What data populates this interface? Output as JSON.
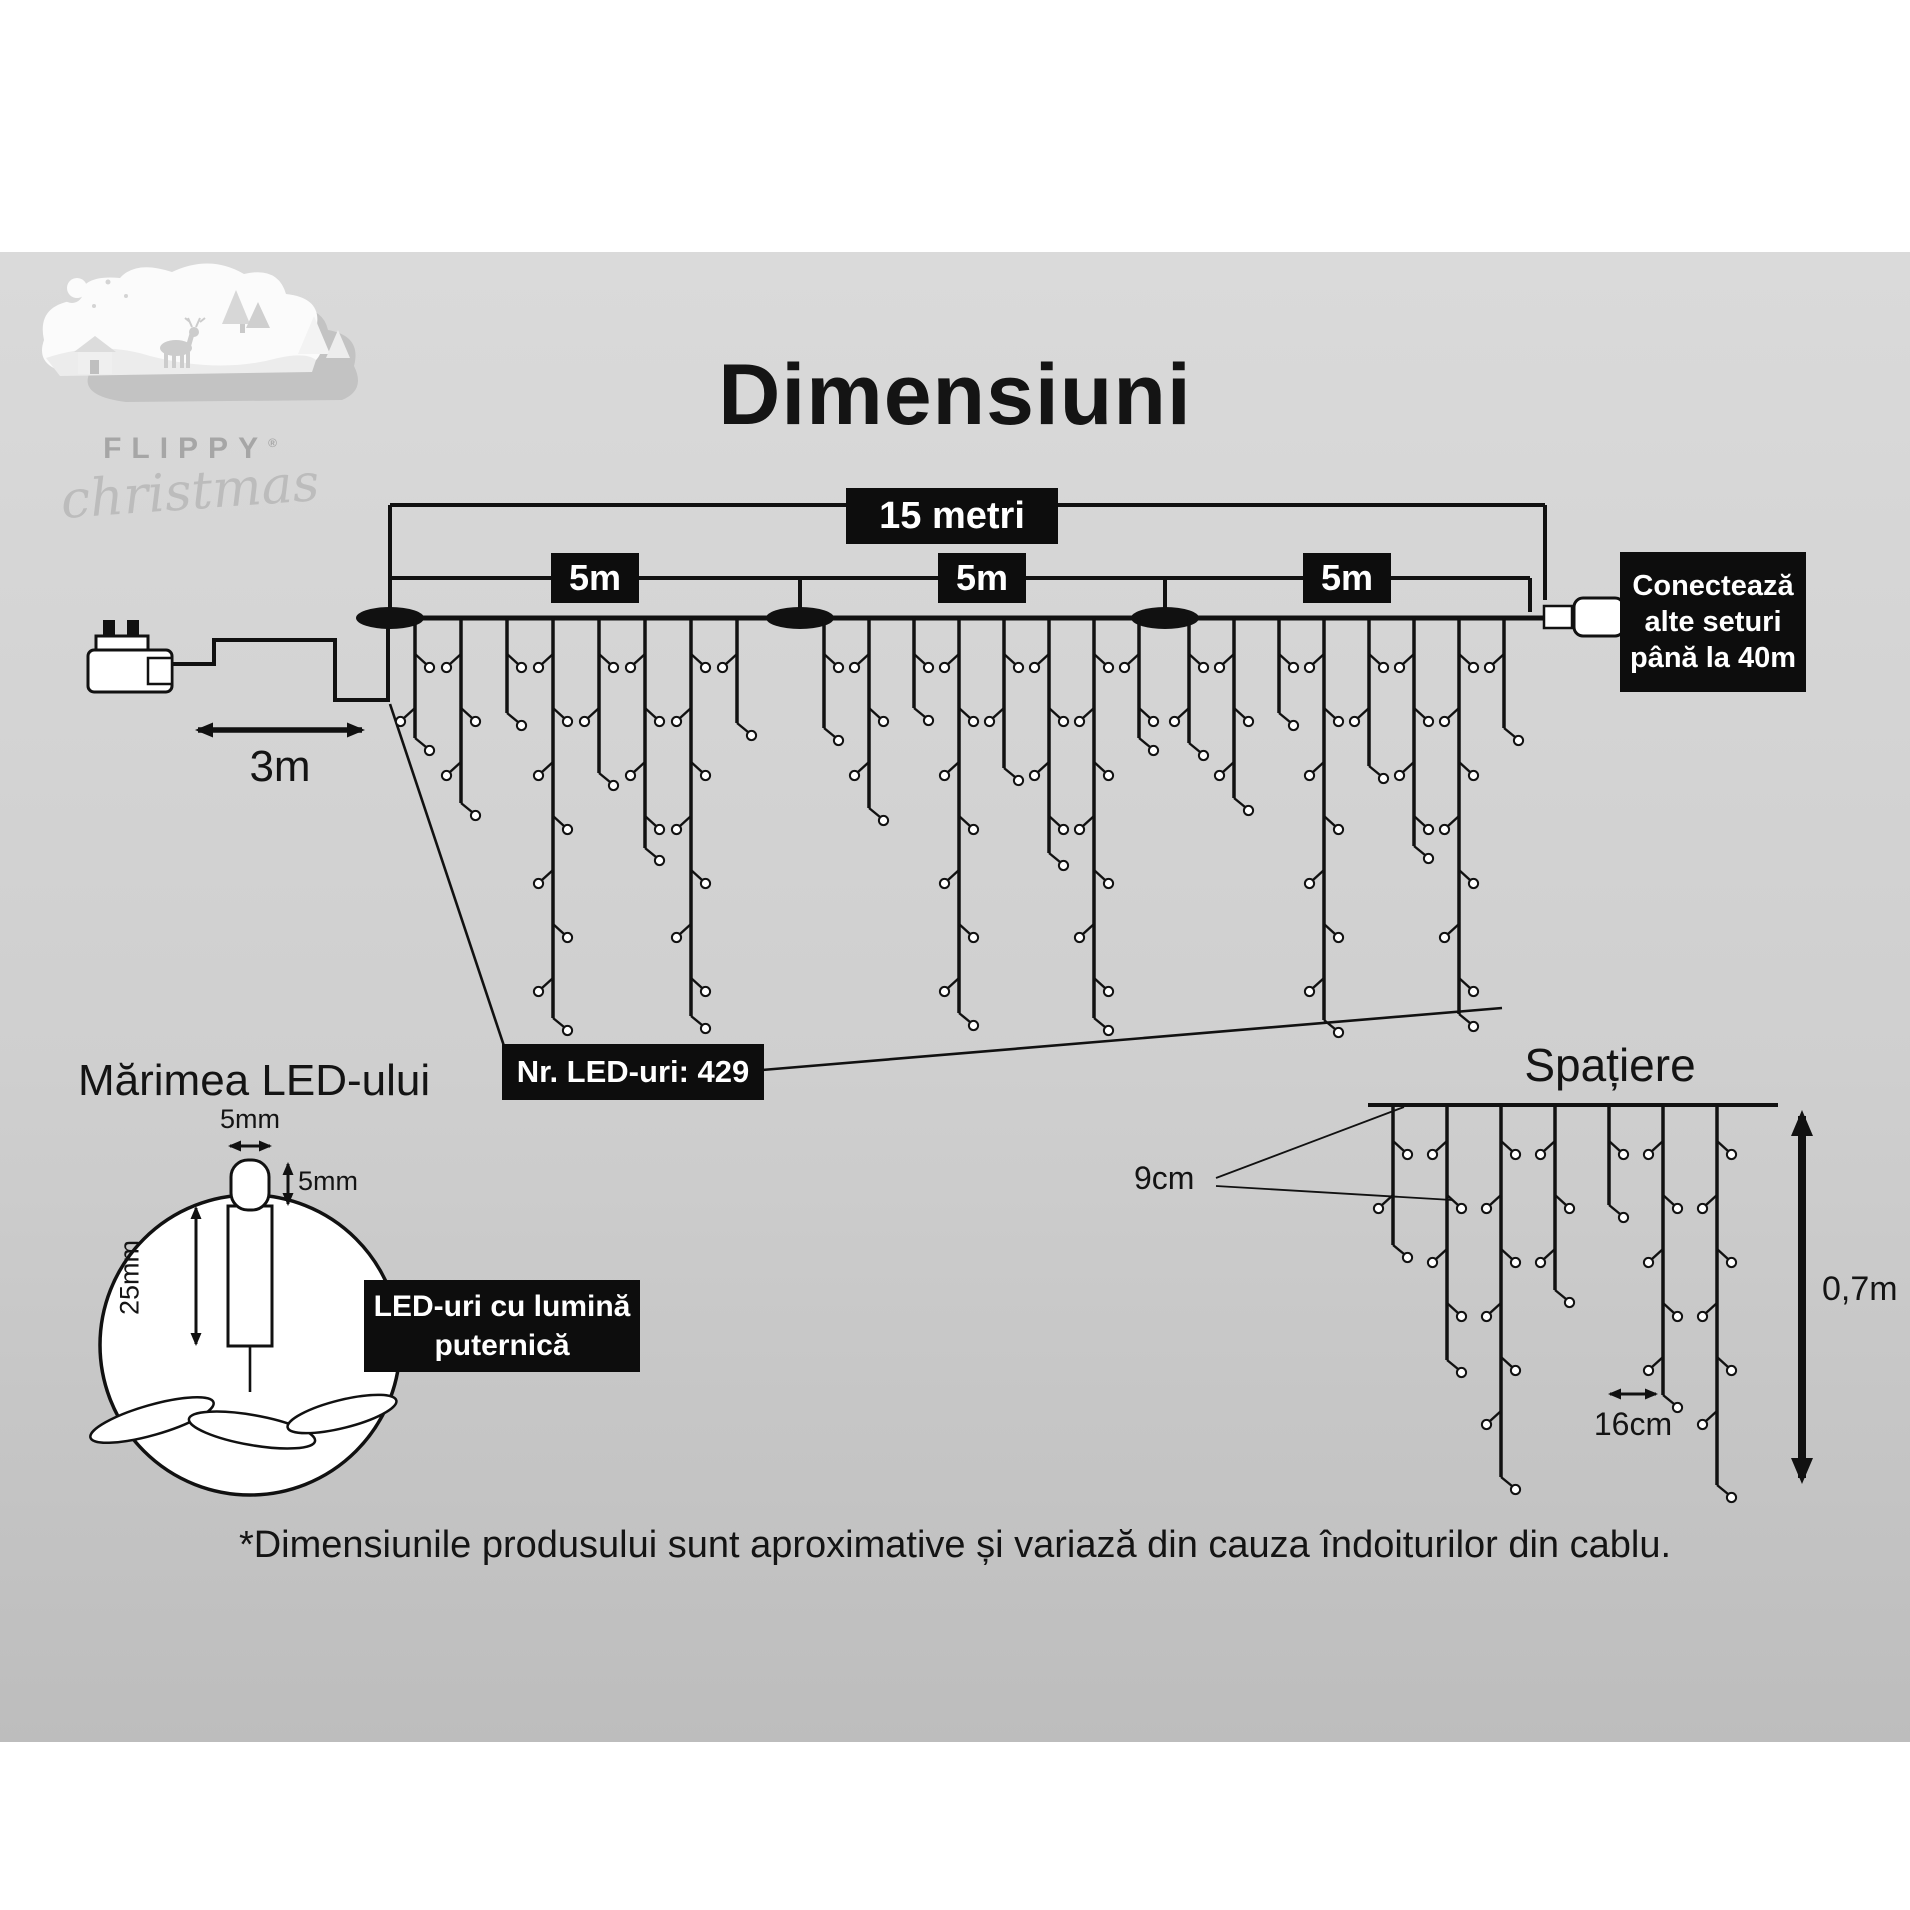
{
  "page": {
    "title": "Dimensiuni",
    "disclaimer": "*Dimensiunile produsului sunt aproximative și variază din cauza îndoiturilor din cablu."
  },
  "logo": {
    "brand": "FLIPPY",
    "brand_mark": "®",
    "sub": "christmas"
  },
  "main_diagram": {
    "total_length_label": "15 metri",
    "section_labels": [
      "5m",
      "5m",
      "5m"
    ],
    "lead_length_label": "3m",
    "connector_note_lines": [
      "Conectează",
      "alte seturi",
      "până la 40m"
    ],
    "led_count_label": "Nr. LED-uri: 429"
  },
  "led_size": {
    "heading": "Mărimea LED-ului",
    "cap_width_label": "5mm",
    "cap_height_label": "5mm",
    "body_height_label": "25mm",
    "callout_lines": [
      "LED-uri cu lumină",
      "puternică"
    ]
  },
  "spacing": {
    "heading": "Spațiere",
    "vertical_gap_label": "9cm",
    "horizontal_gap_label": "16cm",
    "curtain_height_label": "0,7m"
  },
  "colors": {
    "panel_top": "#dadada",
    "panel_bottom": "#bdbdbd",
    "ink": "#111111",
    "label_bg": "#0d0d0d",
    "label_text": "#ffffff"
  }
}
